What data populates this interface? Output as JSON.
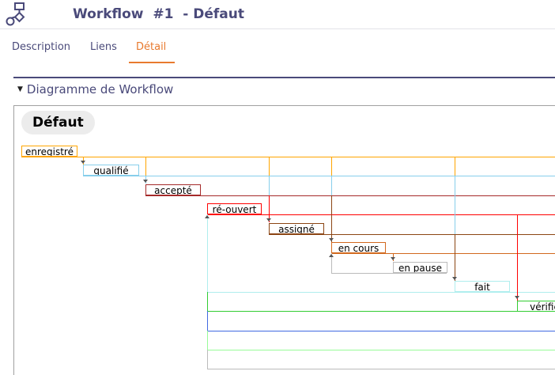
{
  "header": {
    "title": "Workflow  #1  - Défaut",
    "icon": "workflow-icon"
  },
  "tabs": [
    {
      "label": "Description"
    },
    {
      "label": "Liens"
    },
    {
      "label": "Détail",
      "active": true
    }
  ],
  "section": {
    "label": "Diagramme de Workflow"
  },
  "diagram": {
    "name": "Défaut",
    "states": [
      {
        "label": "enregistré",
        "color": "#FFA500"
      },
      {
        "label": "qualifié",
        "color": "#87CEEB"
      },
      {
        "label": "accepté",
        "color": "#A52A2A"
      },
      {
        "label": "ré-ouvert",
        "color": "#FF0000"
      },
      {
        "label": "assigné",
        "color": "#8B4513"
      },
      {
        "label": "en cours",
        "color": "#D2691E"
      },
      {
        "label": "en pause",
        "color": "#BBBBBB"
      },
      {
        "label": "fait",
        "color": "#AFEEEE"
      },
      {
        "label": "vérifié",
        "color": "#32CD32"
      }
    ]
  }
}
